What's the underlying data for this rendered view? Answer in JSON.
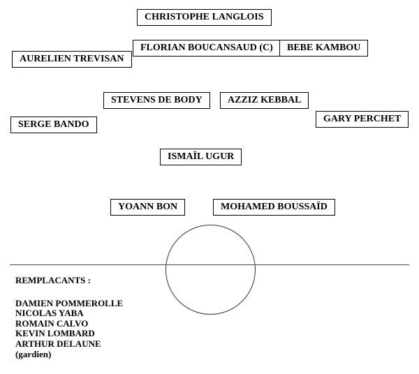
{
  "diagram": {
    "type": "football-lineup",
    "colors": {
      "background": "#ffffff",
      "box_border": "#000000",
      "box_fill": "#ffffff",
      "text": "#000000",
      "halfway_line": "#4a4a4a",
      "center_circle": "#333333"
    }
  },
  "formation": {
    "players": [
      {
        "name": "CHRISTOPHE LANGLOIS"
      },
      {
        "name": "FLORIAN BOUCANSAUD (C)"
      },
      {
        "name": "BEBE KAMBOU"
      },
      {
        "name": "AURELIEN TREVISAN"
      },
      {
        "name": "STEVENS DE BODY"
      },
      {
        "name": "AZZIZ KEBBAL"
      },
      {
        "name": "GARY PERCHET"
      },
      {
        "name": "SERGE BANDO"
      },
      {
        "name": "ISMAÏL UGUR"
      },
      {
        "name": "YOANN BON"
      },
      {
        "name": "MOHAMED BOUSSAÏD"
      }
    ]
  },
  "substitutes": {
    "title": "REMPLACANTS :",
    "names": [
      "DAMIEN POMMEROLLE",
      "NICOLAS YABA",
      "ROMAIN CALVO",
      "KEVIN LOMBARD",
      "ARTHUR DELAUNE"
    ],
    "goalkeeper_note": "(gardien)"
  }
}
